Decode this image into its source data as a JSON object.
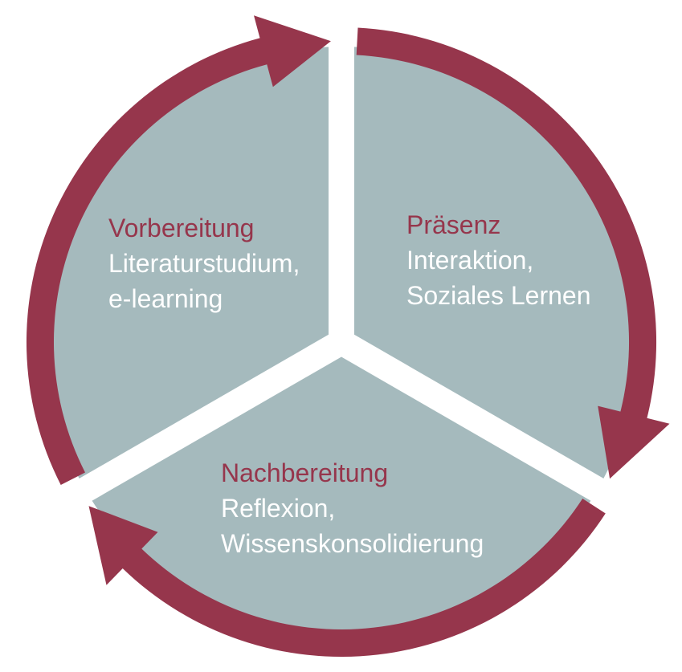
{
  "colors": {
    "ring": "#96364c",
    "disc": "#a5babd",
    "gap": "#ffffff"
  },
  "segments": [
    {
      "title": "Vorbereitung",
      "lines": [
        "Literaturstudium,",
        "e-learning"
      ]
    },
    {
      "title": "Präsenz",
      "lines": [
        "Interaktion,",
        "Soziales Lernen"
      ]
    },
    {
      "title": "Nachbereitung",
      "lines": [
        "Reflexion,",
        "Wissenskonsolidierung"
      ]
    }
  ]
}
